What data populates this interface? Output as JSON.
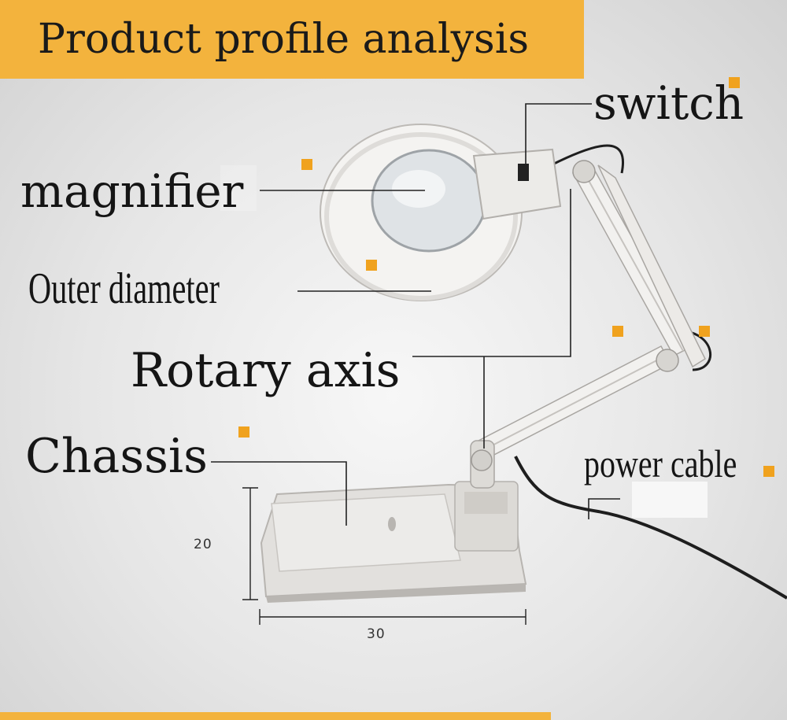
{
  "title": "Product profile analysis",
  "labels": {
    "switch": "switch",
    "magnifier": "magnifier",
    "outer_diameter": "Outer diameter",
    "rotary_axis": "Rotary axis",
    "chassis": "Chassis",
    "power_cable": "power cable"
  },
  "dimensions": {
    "height": "20",
    "width": "30"
  },
  "colors": {
    "accent": "#f3b33d",
    "marker": "#f0a21e"
  }
}
